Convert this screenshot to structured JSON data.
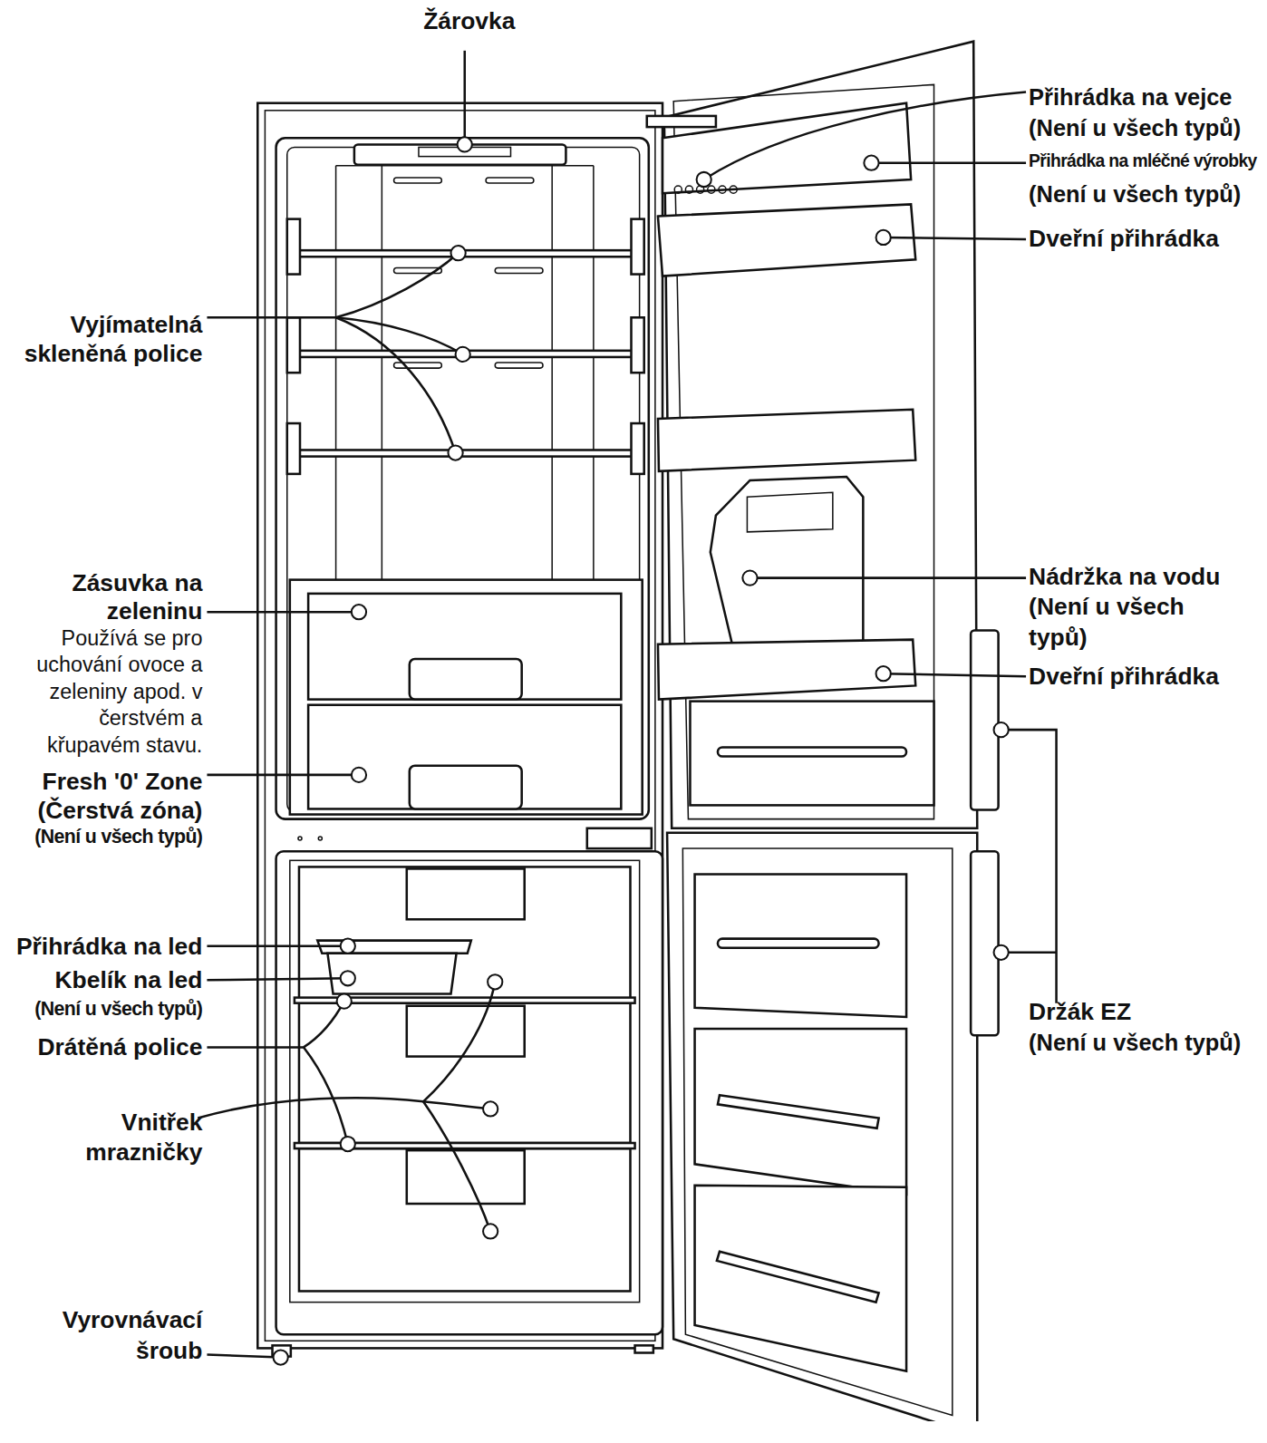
{
  "diagram": {
    "labels": [
      "Žárovka",
      "Přihrádka na vejce",
      "(Není u všech typů)",
      "Přihrádka na mléčné výrobky",
      "(Není u všech typů)",
      "Dveřní přihrádka",
      "Vyjímatelná skleněná police",
      "Zásuvka na zeleninu",
      "Používá se pro uchování ovoce a zeleniny apod. v čerstvém a křupavém stavu.",
      "Nádržka na vodu (Není u všech typů)",
      "Dveřní přihrádka",
      "Fresh '0' Zone",
      "(Čerstvá zóna)",
      "(Není u všech typů)",
      "Přihrádka na led",
      "Kbelík na led",
      "(Není u všech typů)",
      "Drátěná police",
      "Vnitřek mrazničky",
      "Držák EZ",
      "(Není u všech typů)",
      "Vyrovnávací šroub"
    ]
  }
}
